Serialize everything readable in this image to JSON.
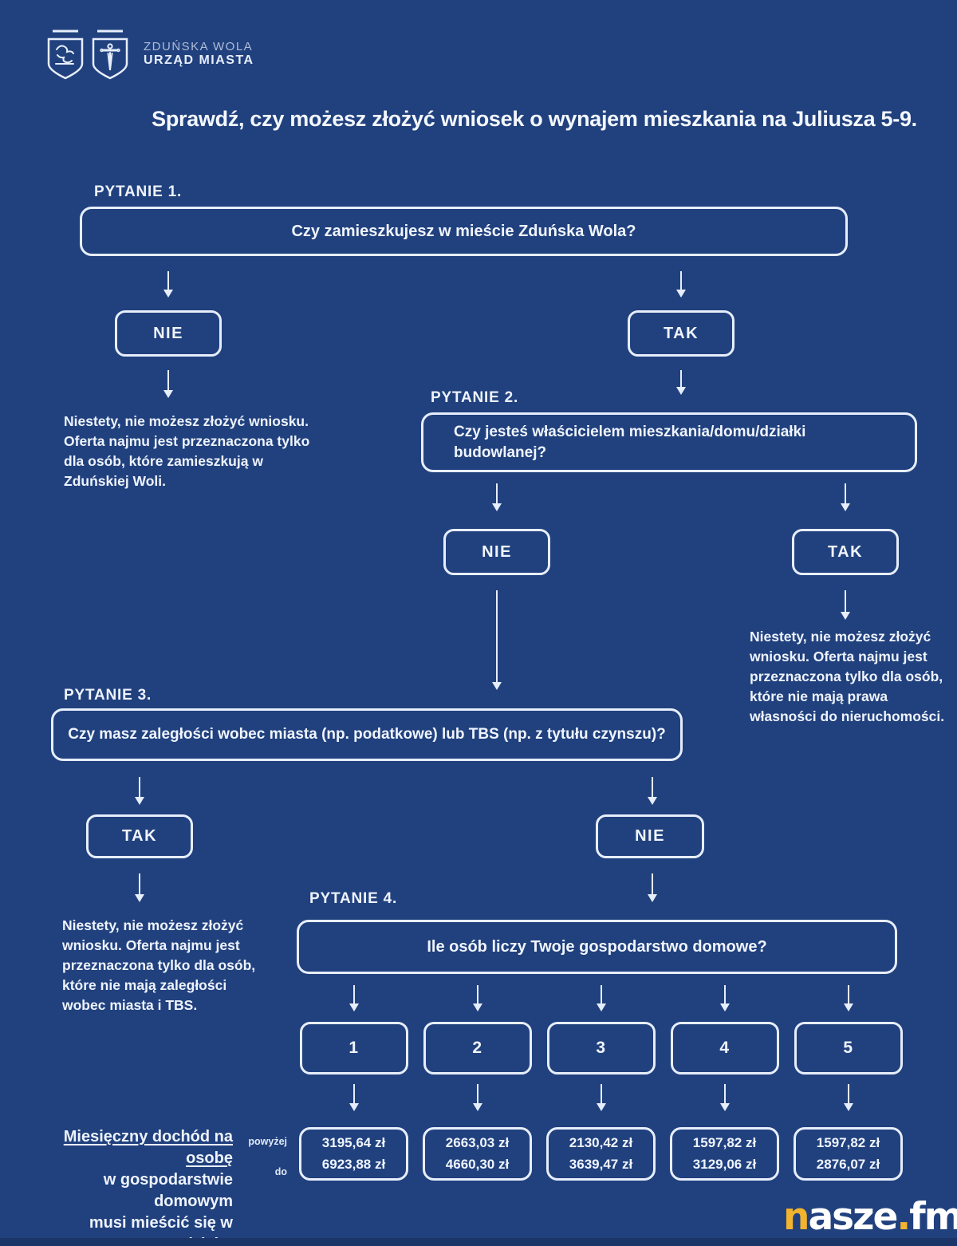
{
  "palette": {
    "background": "#21417e",
    "line_and_border": "#e7eefb",
    "text": "#f0f5fd",
    "brand_yellow": "#f2b32e",
    "bottom_strip": "#1b3569"
  },
  "logo": {
    "org_line1": "ZDUŃSKA WOLA",
    "org_line2": "URZĄD MIASTA",
    "icons": [
      "coat-of-arms-lion-shield",
      "coat-of-arms-sword-shield"
    ]
  },
  "title": "Sprawdź, czy możesz złożyć wniosek o wynajem mieszkania na Juliusza 5-9.",
  "q1": {
    "label": "PYTANIE 1.",
    "question": "Czy zamieszkujesz w mieście Zduńska Wola?",
    "no": "NIE",
    "yes": "TAK",
    "no_result": "Niestety, nie możesz złożyć wniosku. Oferta najmu jest przeznaczona tylko dla osób, które zamieszkują w Zduńskiej Woli."
  },
  "q2": {
    "label": "PYTANIE 2.",
    "question": "Czy jesteś właścicielem mieszkania/domu/działki budowlanej?",
    "no": "NIE",
    "yes": "TAK",
    "yes_result": "Niestety, nie możesz złożyć wniosku. Oferta najmu jest przeznaczona tylko dla osób, które nie mają prawa własności do nieruchomości."
  },
  "q3": {
    "label": "PYTANIE 3.",
    "question": "Czy masz zaległości wobec miasta (np. podatkowe) lub TBS (np. z tytułu czynszu)?",
    "yes": "TAK",
    "no": "NIE",
    "yes_result": "Niestety, nie możesz złożyć wniosku. Oferta najmu jest przeznaczona tylko dla osób, które nie mają zaległości wobec miasta i TBS."
  },
  "q4": {
    "label": "PYTANIE 4.",
    "question": "Ile osób liczy Twoje gospodarstwo domowe?",
    "households": [
      "1",
      "2",
      "3",
      "4",
      "5"
    ],
    "income_note": {
      "line1": "Miesięczny dochód na osobę",
      "line2": "w gospodarstwie domowym",
      "line3": "musi mieścić się w przedziale:"
    },
    "row_labels": {
      "above": "powyżej",
      "to": "do"
    },
    "incomes": [
      {
        "above": "3195,64 zł",
        "to": "6923,88 zł"
      },
      {
        "above": "2663,03 zł",
        "to": "4660,30 zł"
      },
      {
        "above": "2130,42 zł",
        "to": "3639,47 zł"
      },
      {
        "above": "1597,82 zł",
        "to": "3129,06 zł"
      },
      {
        "above": "1597,82 zł",
        "to": "2876,07 zł"
      }
    ]
  },
  "footer": {
    "brand_part1": "n",
    "brand_part2": "asze",
    "brand_part3": ".",
    "brand_part4": "fm"
  }
}
